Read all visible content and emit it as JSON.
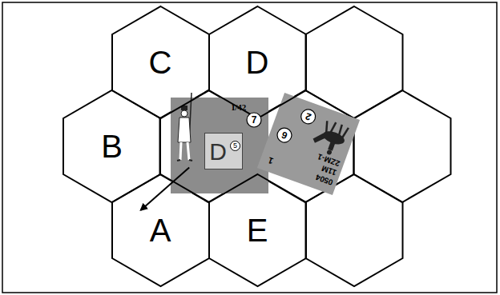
{
  "diagram": {
    "nodes": [
      {
        "text": [
          "C"
        ]
      },
      {
        "text": [
          "D"
        ]
      },
      {
        "text": [
          "B"
        ]
      },
      {
        "text": [
          "I/42"
        ]
      },
      {
        "text": [
          "7"
        ],
        "in": 3
      },
      {
        "text": [
          "D",
          "5"
        ],
        "in": 3
      },
      {
        "text": [
          "0504",
          "11M",
          "2ZM-1",
          "1"
        ]
      },
      {
        "text": [
          "6"
        ],
        "in": 6
      },
      {
        "text": [
          "2"
        ],
        "in": 6
      },
      {
        "text": [
          "A"
        ]
      },
      {
        "text": [
          "E"
        ]
      }
    ],
    "edges": [
      {
        "from": 3,
        "to": 9,
        "arrow": "to"
      }
    ]
  }
}
